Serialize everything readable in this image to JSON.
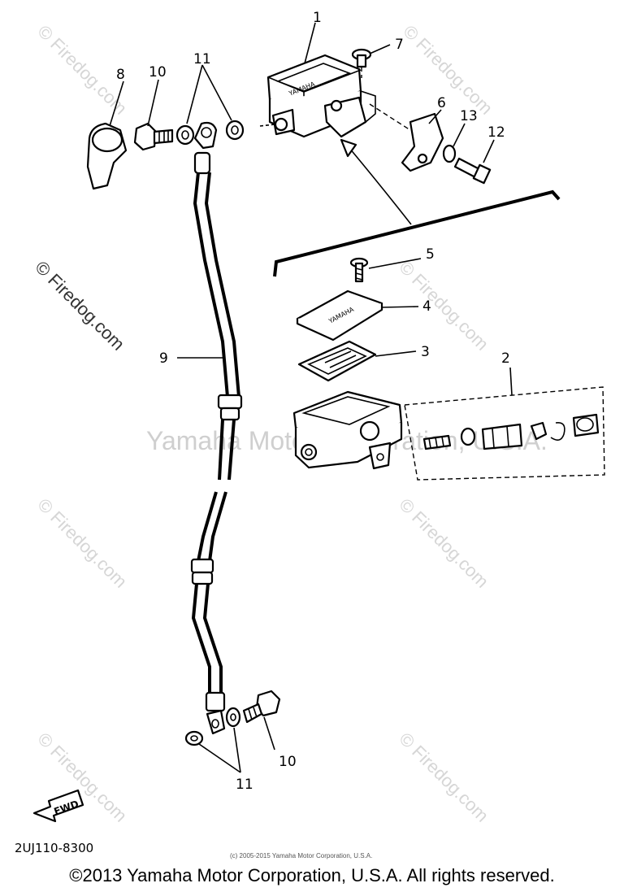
{
  "diagram": {
    "part_labels": {
      "p1": "1",
      "p2": "2",
      "p3": "3",
      "p4": "4",
      "p5": "5",
      "p6": "6",
      "p7": "7",
      "p8": "8",
      "p9": "9",
      "p10a": "10",
      "p10b": "10",
      "p11a": "11",
      "p11b": "11",
      "p12": "12",
      "p13": "13"
    },
    "cap_text": "YAMAHA",
    "diagram_code": "2UJ110-8300",
    "fwd_label": "FWD"
  },
  "watermarks": {
    "site": "© Firedog.com",
    "center": "Yamaha Motor Corporation, U.S.A."
  },
  "small_copyright": "(c) 2005-2015 Yamaha Motor Corporation, U.S.A.",
  "footer": {
    "copyright": "©2013 Yamaha Motor Corporation, U.S.A. All rights reserved."
  }
}
